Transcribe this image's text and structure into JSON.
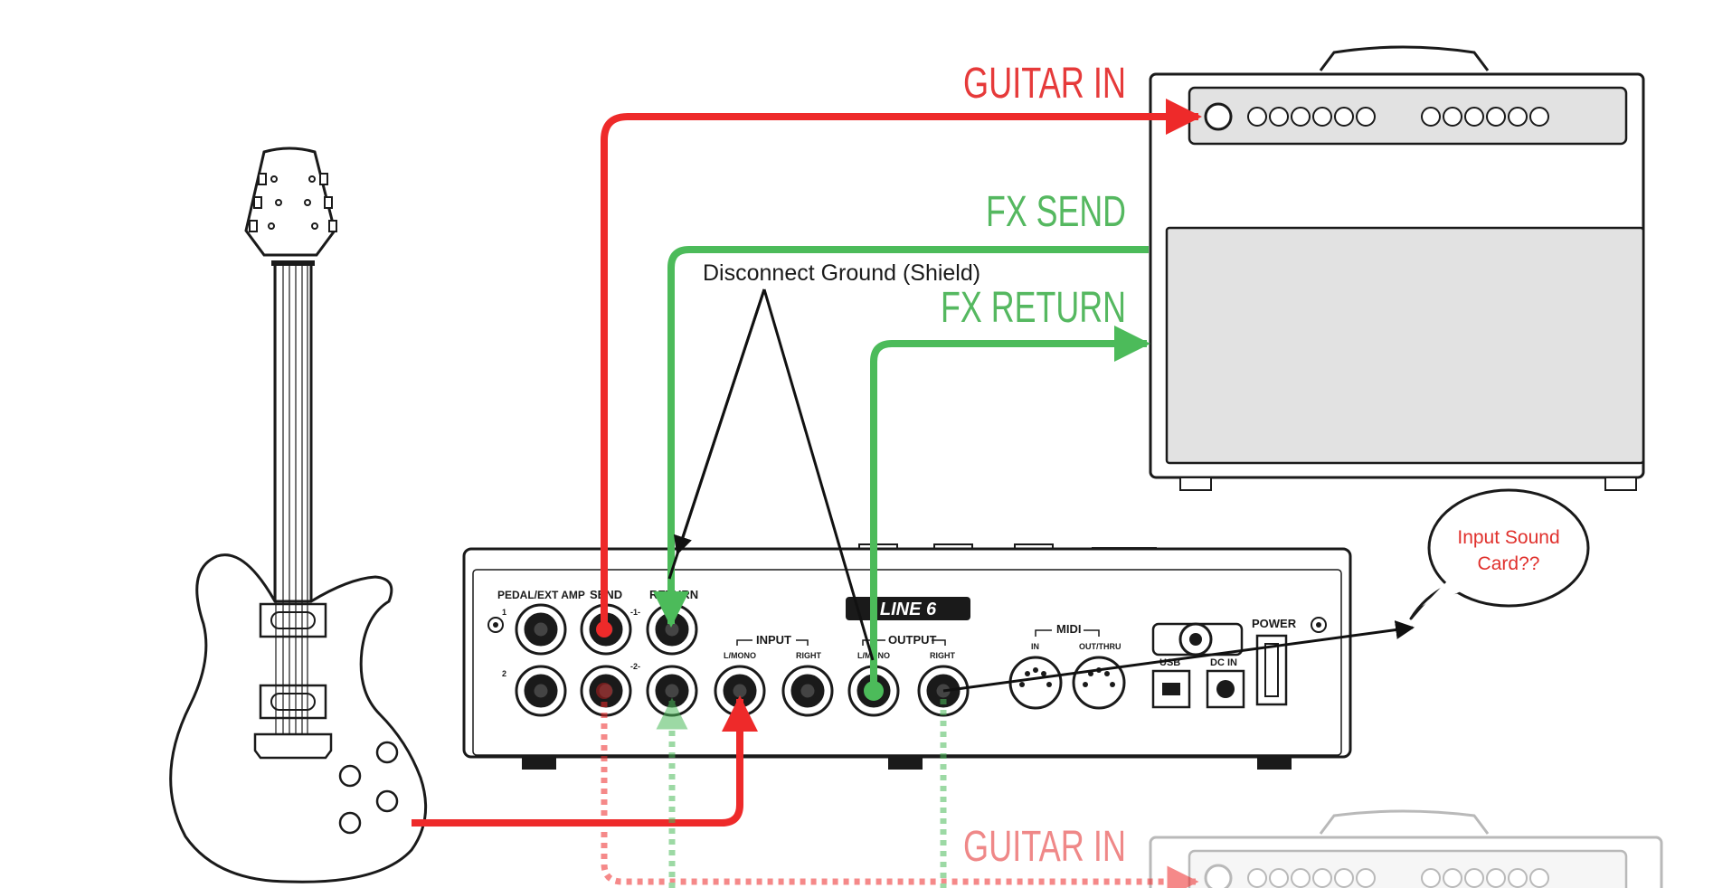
{
  "labels": {
    "guitar_in_top": "GUITAR IN",
    "fx_send": "FX SEND",
    "fx_return": "FX RETURN",
    "guitar_in_bottom": "GUITAR IN",
    "disconnect_ground": "Disconnect Ground (Shield)",
    "bubble_line1": "Input Sound",
    "bubble_line2": "Card??"
  },
  "device": {
    "logo": "LINE 6",
    "pedal_ext_amp": "PEDAL/EXT AMP",
    "send": "SEND",
    "return": "RETURN",
    "input": "INPUT",
    "output": "OUTPUT",
    "midi": "MIDI",
    "power": "POWER",
    "l_mono": "L/MONO",
    "right": "RIGHT",
    "in": "IN",
    "out_thru": "OUT/THRU",
    "usb": "USB",
    "dc_in": "DC IN",
    "loop1": "-1-",
    "loop2": "-2-",
    "num1": "1",
    "num2": "2"
  },
  "colors": {
    "red_cable": "#ee2a2a",
    "green_cable": "#4cbb5a",
    "red_text": "#e63a3a",
    "green_text": "#55b860",
    "bubble_text": "#e0302c",
    "outline": "#1a1a1a",
    "panel_gray": "#e2e2e2"
  }
}
